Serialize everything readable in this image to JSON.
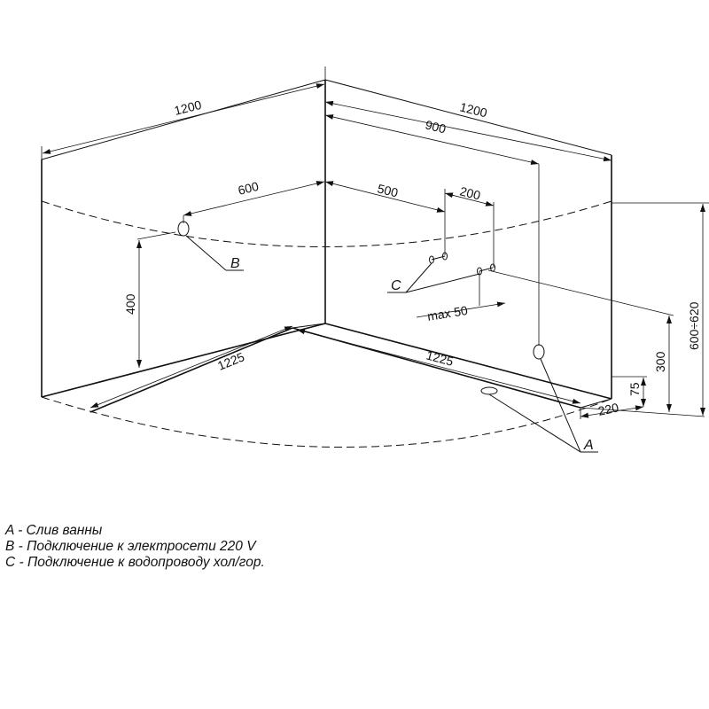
{
  "dimensions": {
    "left_wall_length": "1200",
    "right_wall_length": "1200",
    "drain_offset": "900",
    "electric_offset": "600",
    "water_offset": "500",
    "water_spacing": "200",
    "electric_height": "400",
    "water_pipe_max": "max  50",
    "left_base": "1225",
    "right_base": "1225",
    "drain_height": "300",
    "bath_height": "600÷620",
    "front_height": "75",
    "front_depth": "220"
  },
  "markers": {
    "drain": "A",
    "electric": "B",
    "water": "C"
  },
  "legend": [
    {
      "key": "A",
      "text": "A - Слив ванны"
    },
    {
      "key": "B",
      "text": "B - Подключение к электросети 220 V"
    },
    {
      "key": "C",
      "text": "C - Подключение к водопроводу хол/гор."
    }
  ]
}
